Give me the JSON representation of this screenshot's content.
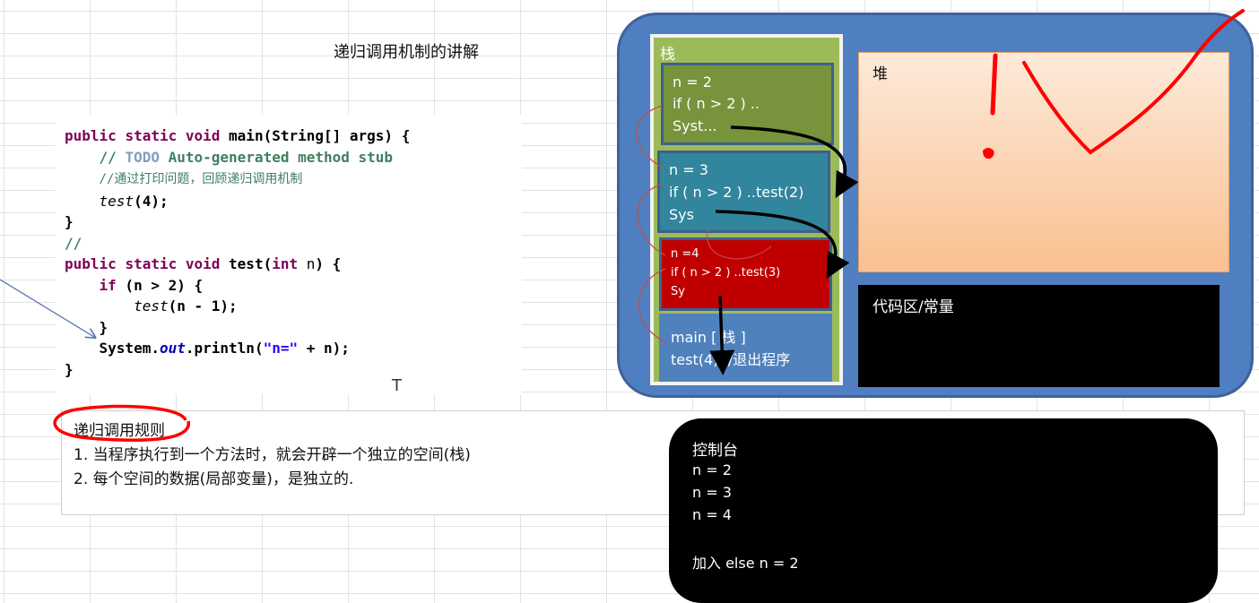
{
  "title": "递归调用机制的讲解",
  "code": {
    "line1": {
      "kw1": "public",
      "kw2": "static",
      "kw3": "void",
      "rest": " main(String[] args) {"
    },
    "line2": {
      "comment": "// ",
      "todo": "TODO",
      "rest": " Auto-generated method stub"
    },
    "line3": "//通过打印问题，回顾递归调用机制",
    "line4": {
      "call": "test",
      "args": "(4);"
    },
    "line5": "}",
    "line6": "//",
    "line7": {
      "kw1": "public",
      "kw2": "static",
      "kw3": "void",
      "name": " test(",
      "kw4": "int",
      "param": " n",
      "end": ") {"
    },
    "line8": {
      "kw": "if",
      "rest": " (n > 2) {"
    },
    "line9": {
      "call": "test",
      "args": "(n - 1);"
    },
    "line10": "}",
    "line11": {
      "pre": "System.",
      "field": "out",
      "mid": ".println(",
      "str": "\"n=\"",
      "end": " + n);"
    },
    "line12": "}"
  },
  "rules": {
    "title": "递归调用规则",
    "item1": "1. 当程序执行到一个方法时，就会开辟一个独立的空间(栈)",
    "item2": "2. 每个空间的数据(局部变量)，是独立的."
  },
  "jvm": {
    "stack_label": "栈",
    "frames": [
      {
        "l1": "n  = 2",
        "l2": "if ( n > 2 ) ..",
        "l3": "Syst..."
      },
      {
        "l1": "n  = 3",
        "l2": "if ( n > 2 ) ..test(2)",
        "l3": "Sys"
      },
      {
        "l1": "n =4",
        "l2": "if ( n > 2 ) ..test(3)",
        "l3": "Sy"
      },
      {
        "l1": "main [ 栈 ]",
        "l2": "test(4) //退出程序"
      }
    ],
    "heap_label": "堆",
    "code_area_label": "代码区/常量"
  },
  "console": {
    "title": "控制台",
    "lines": [
      "n = 2",
      "n = 3",
      "n = 4",
      "加入 else  n = 2"
    ]
  },
  "cursor": "T",
  "colors": {
    "jvm_bg": "#4f7fc1",
    "stack_bg": "#9bbb59",
    "frame1": "#77933c",
    "frame2": "#31859c",
    "frame3": "#c00000",
    "frame4": "#4f81bd",
    "annotation": "#ff0000"
  }
}
